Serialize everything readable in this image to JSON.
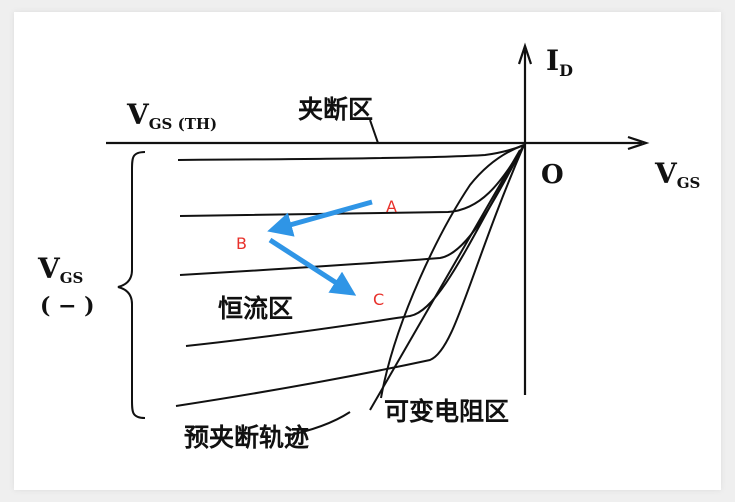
{
  "axes": {
    "y_label_main": "I",
    "y_label_sub": "D",
    "x_label_main": "V",
    "x_label_sub": "GS",
    "origin": "O"
  },
  "labels": {
    "vgs_th_main": "V",
    "vgs_th_sub": "GS (TH)",
    "pinch_off_region": "夹断区",
    "vgs_main": "V",
    "vgs_sub": "GS",
    "vgs_sign": "( − )",
    "constant_current_region": "恒流区",
    "variable_resistance_region": "可变电阻区",
    "pre_pinch_off_locus": "预夹断轨迹"
  },
  "markers": {
    "a": "A",
    "b": "B",
    "c": "C"
  },
  "colors": {
    "ink": "#111111",
    "arrow": "#2f95e6",
    "marker_text": "#e8312b"
  }
}
